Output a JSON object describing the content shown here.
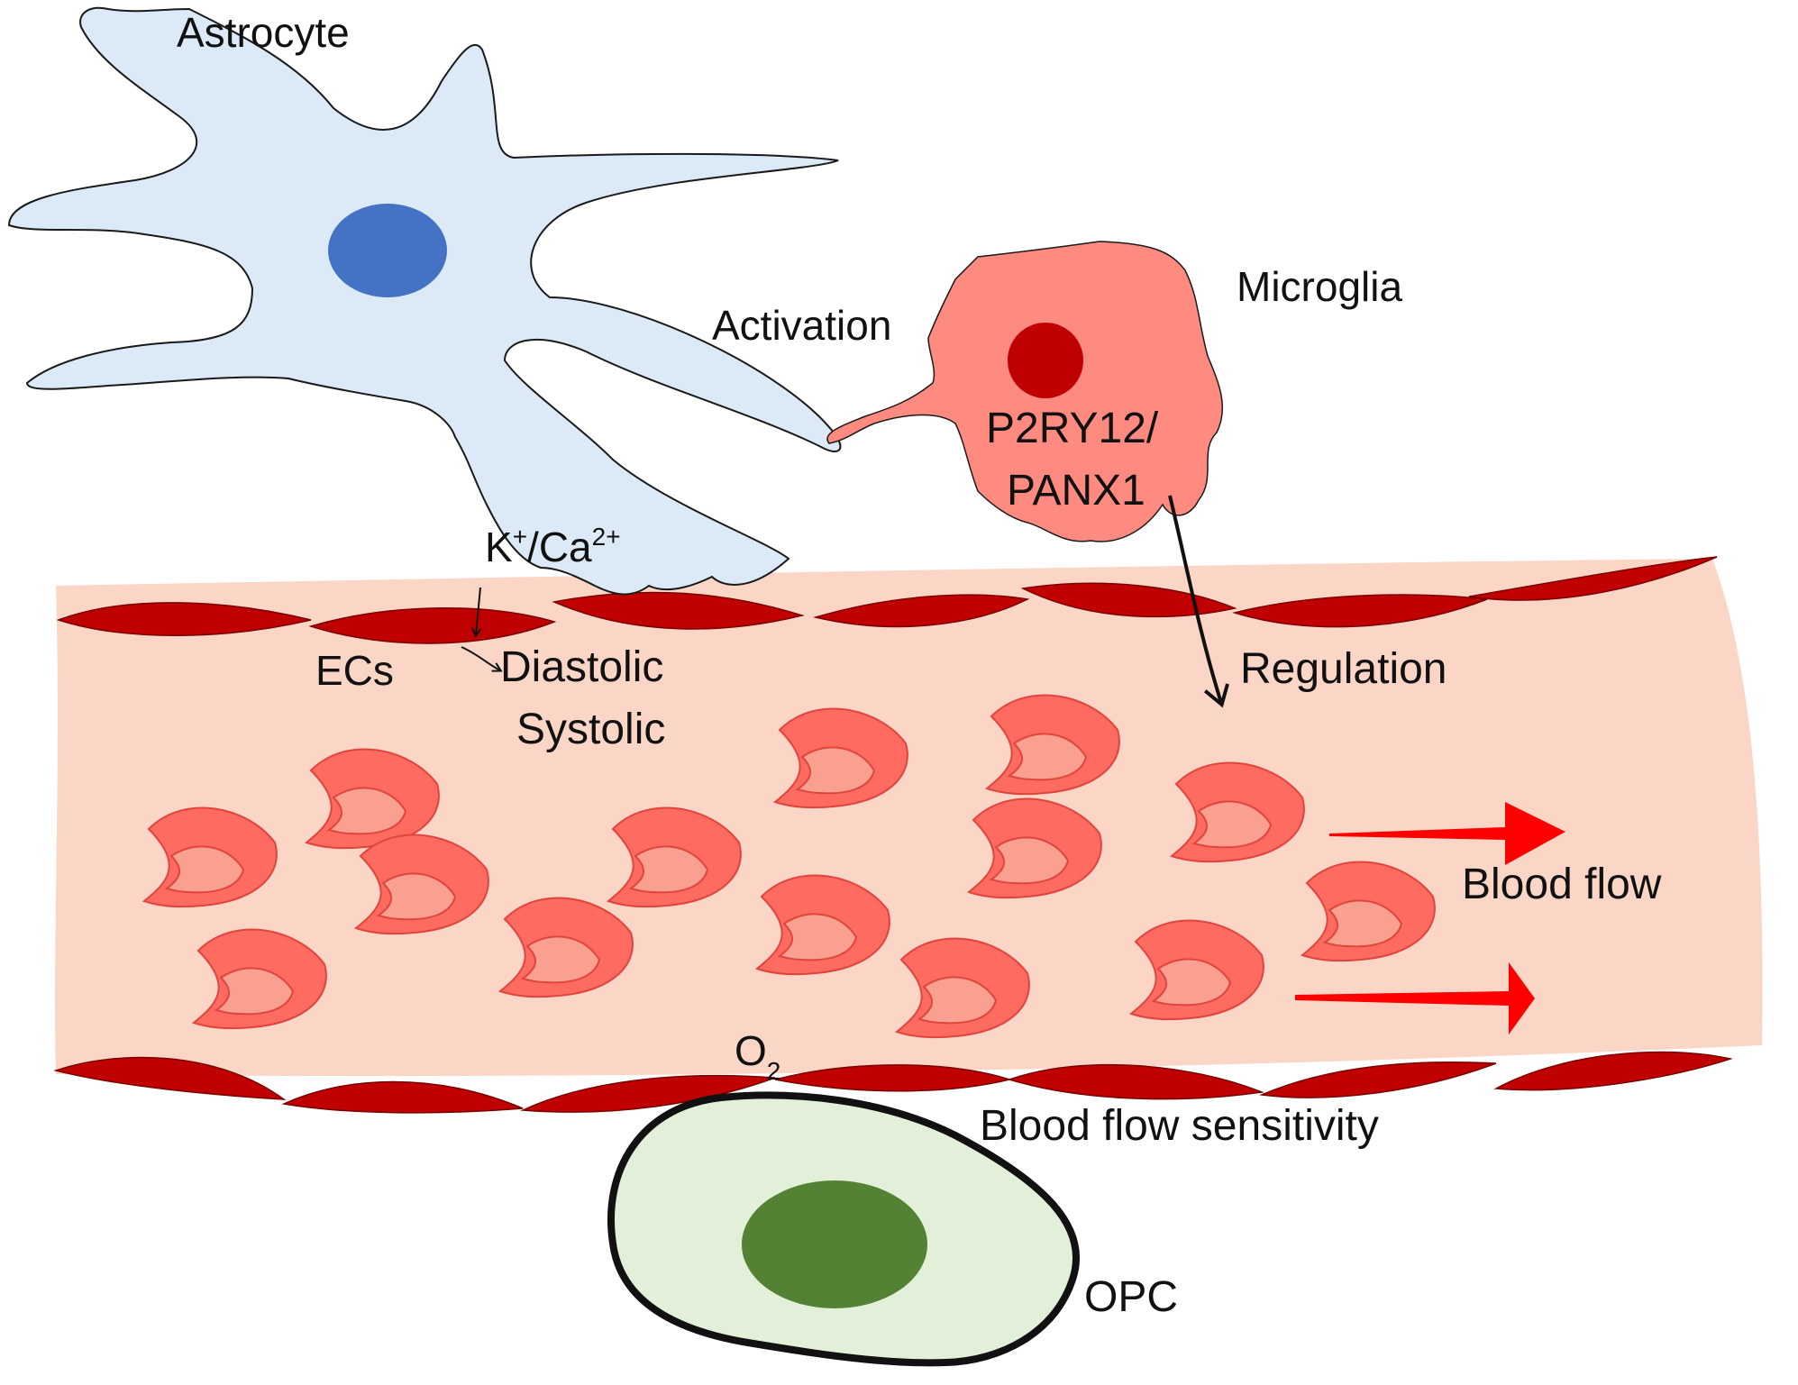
{
  "labels": {
    "astrocyte": "Astrocyte",
    "microglia": "Microglia",
    "activation": "Activation",
    "receptor_line1": "P2RY12/",
    "receptor_line2": "PANX1",
    "ion_k": "K",
    "ion_k_sup": "+",
    "ion_slash_ca": "/Ca",
    "ion_ca_sup": "2+",
    "ecs": "ECs",
    "diastolic": "Diastolic",
    "systolic": "Systolic",
    "regulation": "Regulation",
    "blood_flow": "Blood flow",
    "oxygen": "O",
    "oxygen_sub": "2",
    "blood_flow_sensitivity": "Blood flow sensitivity",
    "opc": "OPC"
  },
  "colors": {
    "astrocyte_fill": "#dce9f6",
    "astrocyte_nucleus": "#4472c4",
    "microglia_fill": "#ff8a80",
    "microglia_nucleus": "#c00000",
    "vessel_fill": "#fbd6c6",
    "endothelial_cell": "#c00000",
    "rbc_outer": "#ff6b60",
    "rbc_inner": "#f9a090",
    "flow_arrow": "#ff0000",
    "opc_fill": "#e2efd9",
    "opc_nucleus": "#548235"
  },
  "icons": {
    "astrocyte": "astrocyte-cell-icon",
    "microglia": "microglia-cell-icon",
    "opc": "opc-cell-icon",
    "rbc": "red-blood-cell-icon",
    "ec": "endothelial-cell-icon"
  }
}
